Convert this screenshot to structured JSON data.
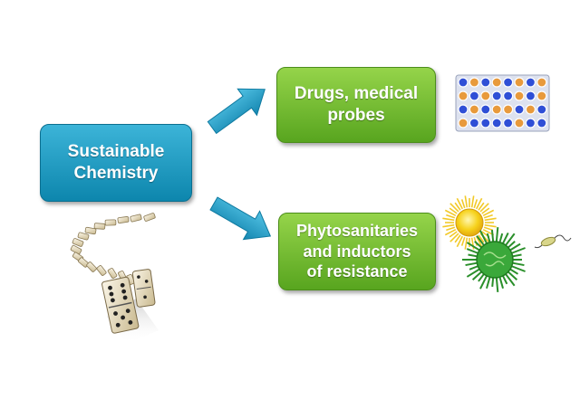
{
  "nodes": {
    "sustainable_chemistry": "Sustainable\nChemistry",
    "drugs_medical_probes": "Drugs, medical\nprobes",
    "phytosanitaries": "Phytosanitaries\nand inductors\nof resistance"
  },
  "icons": {
    "dominoes": "domino-chain-icon",
    "well_plate": "well-plate-icon",
    "sun": "sun-icon",
    "microorganism": "fungus-spore-icon",
    "bacterium": "bacterium-icon"
  },
  "colors": {
    "blue_box": "#1a9bc4",
    "green_box": "#6fbe2d",
    "arrow": "#2aa0c8",
    "well_blue": "#2f4fd6",
    "well_orange": "#e89a3c",
    "sun": "#f5d21a",
    "fungus": "#2e9e2e"
  }
}
